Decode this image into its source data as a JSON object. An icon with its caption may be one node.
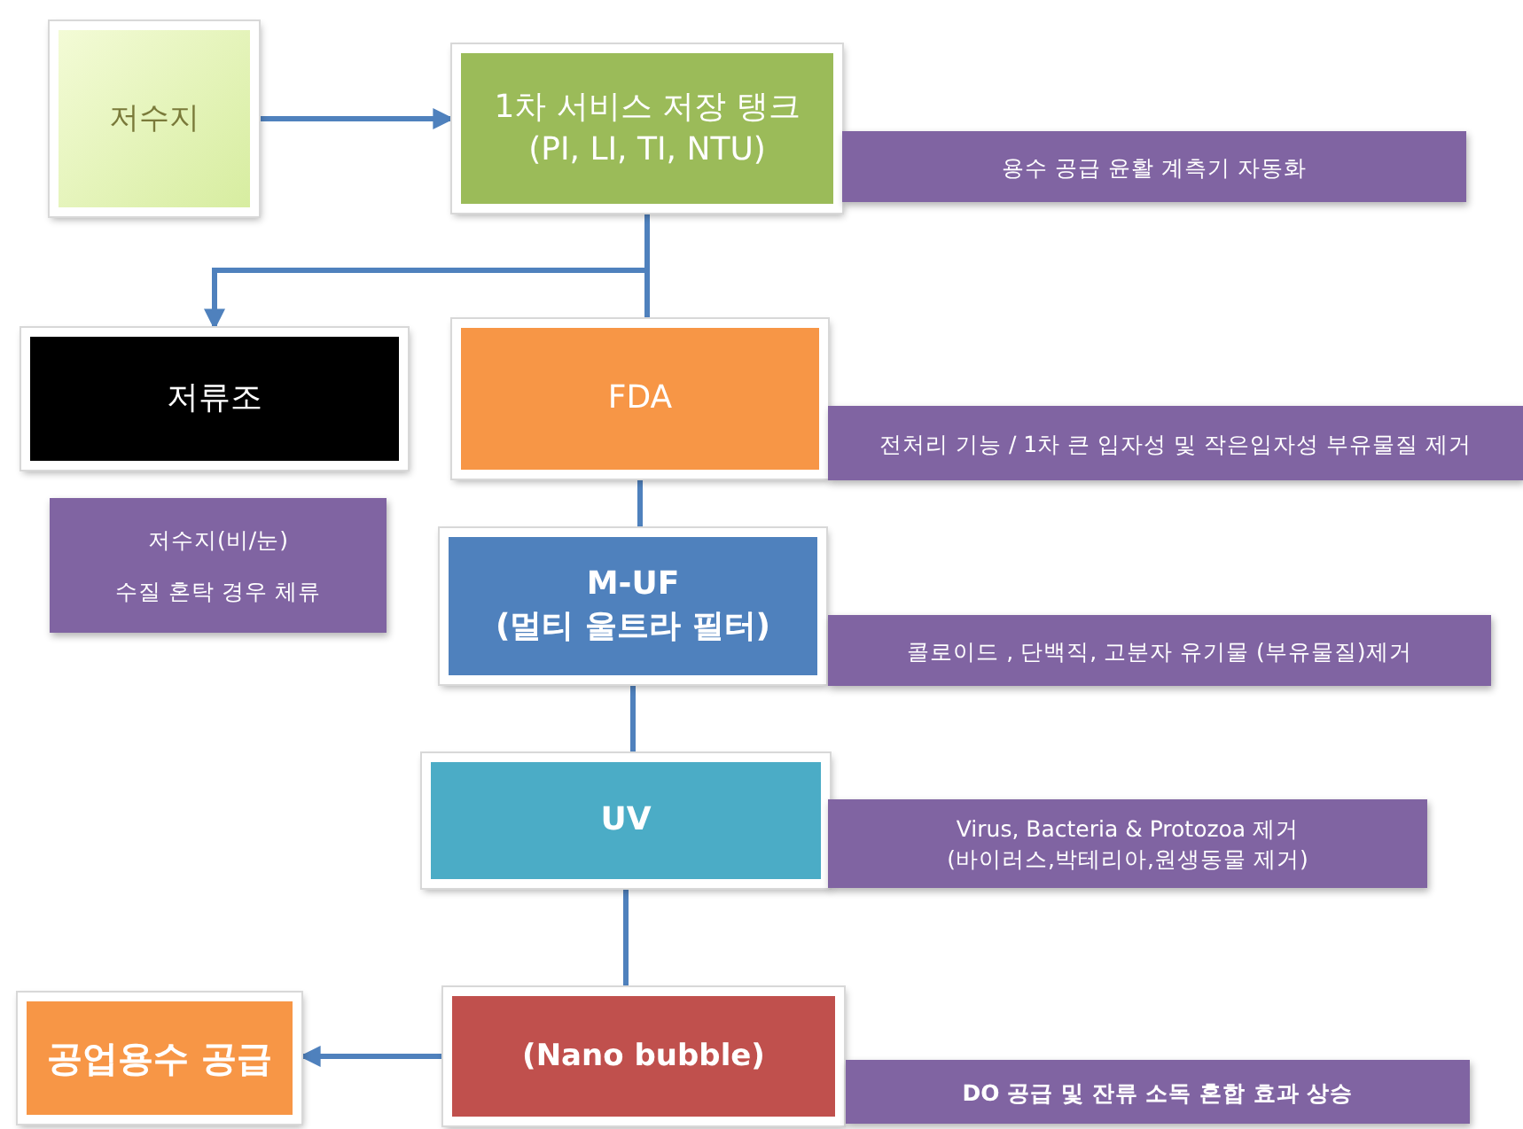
{
  "diagram": {
    "nodes": [
      {
        "text": [
          "저수지"
        ]
      },
      {
        "text": [
          "1차 서비스 저장 탱크",
          "(PI, LI, TI, NTU)"
        ]
      },
      {
        "text": [
          "용수 공급 윤활  계측기  자동화"
        ]
      },
      {
        "text": [
          "저류조"
        ]
      },
      {
        "text": [
          "저수지(비/눈)",
          "수질  혼탁 경우 체류"
        ]
      },
      {
        "text": [
          "FDA"
        ]
      },
      {
        "text": [
          "전처리 기능 /  1차 큰 입자성 및 작은입자성 부유물질 제거"
        ]
      },
      {
        "text": [
          "M-UF",
          "(멀티 울트라 필터)"
        ]
      },
      {
        "text": [
          "콜로이드 , 단백직,  고분자 유기물 (부유물질)제거"
        ]
      },
      {
        "text": [
          "UV"
        ]
      },
      {
        "text": [
          "Virus, Bacteria &  Protozoa 제거",
          "(바이러스,박테리아,원생동물 제거)"
        ]
      },
      {
        "text": [
          "(Nano bubble)"
        ]
      },
      {
        "text": [
          "DO 공급 및  잔류  소독 혼합  효과  상승"
        ]
      },
      {
        "text": [
          "공업용수 공급"
        ]
      }
    ],
    "edges": [
      {
        "from": 0,
        "to": 1,
        "arrow": "to"
      },
      {
        "from": 1,
        "to": 3,
        "arrow": "to"
      },
      {
        "from": 1,
        "to": 5,
        "arrow": "none"
      },
      {
        "from": 5,
        "to": 7,
        "arrow": "none"
      },
      {
        "from": 7,
        "to": 9,
        "arrow": "none"
      },
      {
        "from": 9,
        "to": 11,
        "arrow": "none"
      },
      {
        "from": 11,
        "to": 13,
        "arrow": "to"
      }
    ]
  }
}
